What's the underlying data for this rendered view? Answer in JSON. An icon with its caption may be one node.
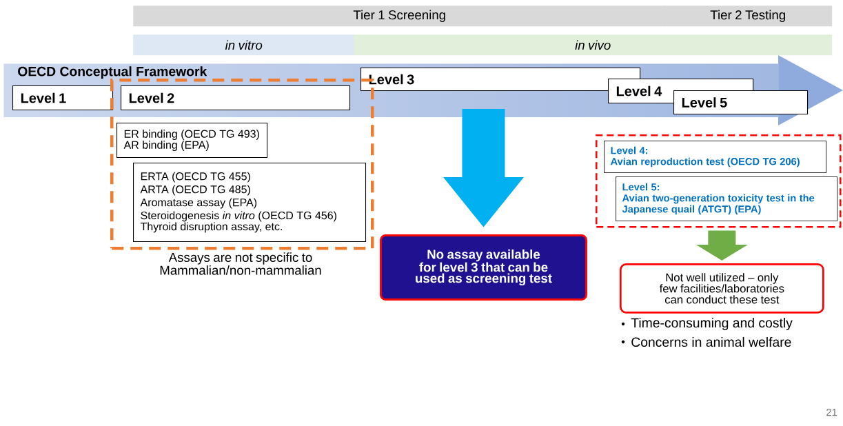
{
  "diagram": {
    "nodes": [
      {
        "text": [
          "Tier 1 Screening"
        ]
      },
      {
        "text": [
          "Tier 2 Testing"
        ]
      },
      {
        "text": [
          "in vitro"
        ]
      },
      {
        "text": [
          "in vivo"
        ]
      },
      {
        "text": [
          "OECD Conceptual Framework"
        ]
      },
      {
        "text": [
          "Level 1"
        ],
        "in": 4
      },
      {
        "text": [
          "Level 2"
        ]
      },
      {
        "text": [
          "Level 3"
        ],
        "in": 4
      },
      {
        "text": [
          "Level 4"
        ],
        "in": 4
      },
      {
        "text": [
          "Level 5"
        ]
      },
      {
        "text": [],
        "shape": "box",
        "beside": [
          "Assays are not specific to Mammalian/non-mammalian"
        ]
      },
      {
        "text": [
          "ER binding (OECD TG 493)",
          "AR binding (EPA)"
        ],
        "in": 10
      },
      {
        "text": [
          "ERTA (OECD TG 455)",
          "ARTA (OECD TG 485)",
          "Aromatase assay (EPA)",
          "Steroidogenesis *in vitro* (OECD TG 456)",
          "Thyroid disruption assay, etc."
        ],
        "in": 10
      },
      {
        "text": [
          "No assay available for level 3 that can be used as screening test"
        ]
      },
      {
        "text": [],
        "shape": "box"
      },
      {
        "text": [
          "Level 4:",
          "Avian reproduction test (OECD TG 206)"
        ],
        "in": 14
      },
      {
        "text": [
          "Level 5:",
          "Avian two-generation toxicity test in the Japanese quail (ATGT) (EPA)"
        ],
        "in": 14
      },
      {
        "text": [
          "Not well utilized – only few facilities/laboratories can conduct these test"
        ],
        "beside": [
          "Time-consuming and costly",
          "Concerns in animal welfare"
        ]
      }
    ],
    "edges": [
      {
        "from": 7,
        "to": 13,
        "arrow": "to",
        "color": "#00b0f0"
      },
      {
        "from": 14,
        "to": 17,
        "arrow": "to",
        "color": "#70ad47"
      }
    ],
    "labels": [
      "21"
    ]
  }
}
